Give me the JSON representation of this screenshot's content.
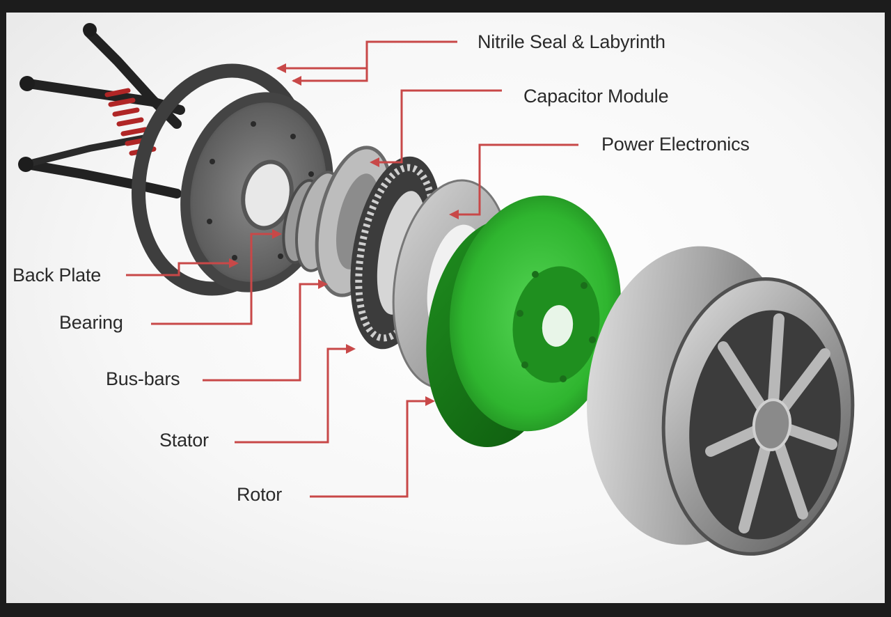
{
  "labels": {
    "nitrile_seal": "Nitrile Seal & Labyrinth",
    "capacitor_module": "Capacitor Module",
    "power_electronics": "Power Electronics",
    "back_plate": "Back Plate",
    "bearing": "Bearing",
    "bus_bars": "Bus-bars",
    "stator": "Stator",
    "rotor": "Rotor"
  },
  "colors": {
    "rotor_green": "#2fb52f",
    "leader_red": "#c84848",
    "metal_grey": "#8e8e8e",
    "suspension_spring": "#b02626"
  }
}
